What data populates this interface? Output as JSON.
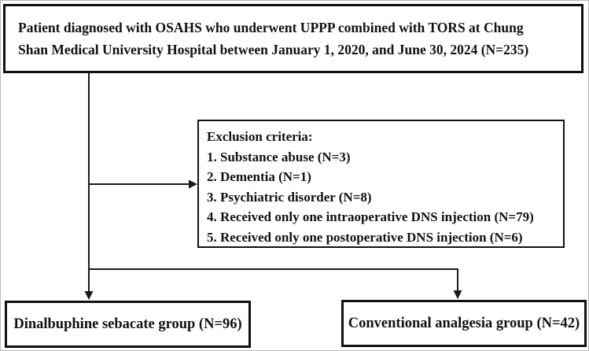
{
  "figure": {
    "colors": {
      "line": "#1a1a1a",
      "box_border": "#111111",
      "text": "#111111",
      "background": "#ffffff"
    },
    "population_box": {
      "text": "Patient diagnosed with OSAHS who underwent UPPP combined with TORS at Chung Shan Medical University Hospital between January 1, 2020, and June 30, 2024 (N=235)"
    },
    "exclusion_box": {
      "title": "Exclusion criteria:",
      "items": [
        "1. Substance abuse (N=3)",
        "2. Dementia (N=1)",
        "3. Psychiatric disorder (N=8)",
        "4. Received only one intraoperative DNS injection (N=79)",
        "5. Received only one postoperative DNS injection (N=6)"
      ]
    },
    "group_left_box": {
      "text": "Dinalbuphine sebacate group (N=96)"
    },
    "group_right_box": {
      "text": "Conventional analgesia group (N=42)"
    }
  }
}
